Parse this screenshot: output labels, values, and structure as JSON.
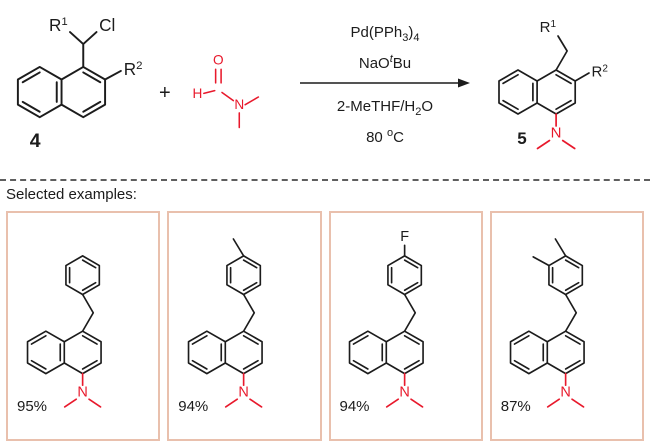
{
  "figure": {
    "type": "reaction-scheme"
  },
  "colors": {
    "structure_black": "#1c1c1c",
    "heteroatom_red": "#e8192c",
    "example_box_border": "#e9c0ad"
  },
  "scheme": {
    "plus": "+",
    "reactant": {
      "r1_base": "R",
      "r1_sup": "1",
      "chloro_label": "Cl",
      "r2_base": "R",
      "r2_sup": "2",
      "compound_number": "4"
    },
    "amide": {
      "h_label": "H",
      "o_label": "O",
      "n_label": "N"
    },
    "conditions": {
      "line1": {
        "pre": "Pd(PPh",
        "sub1": "3",
        "mid": ")",
        "sub2": "4"
      },
      "line2": {
        "pre": "NaO",
        "sup_italic": "t",
        "post": "Bu"
      },
      "line3": {
        "pre": "2-MeTHF/H",
        "sub": "2",
        "post": "O"
      },
      "line4": {
        "pre": "80 ",
        "sup": "o",
        "post": "C"
      }
    },
    "product": {
      "r1_base": "R",
      "r1_sup": "1",
      "r2_base": "R",
      "r2_sup": "2",
      "n_label": "N",
      "compound_number": "5"
    }
  },
  "examples": {
    "heading": "Selected examples:",
    "n_label": "N",
    "items": [
      {
        "yield": "95%",
        "aryl": "phenyl"
      },
      {
        "yield": "94%",
        "aryl": "4-methylphenyl"
      },
      {
        "yield": "94%",
        "aryl": "4-fluorophenyl",
        "f_label": "F"
      },
      {
        "yield": "87%",
        "aryl": "3,4-dimethylphenyl"
      }
    ]
  }
}
